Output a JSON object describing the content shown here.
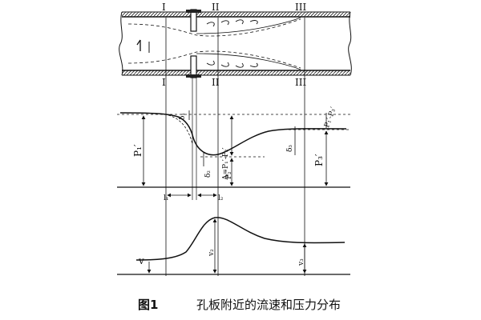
{
  "section_labels": {
    "s1_top": "I",
    "s2_top": "II",
    "s3_top": "III",
    "s1_mid": "I",
    "s2_mid": "II",
    "s3_mid": "III"
  },
  "pressure_labels": {
    "delta1": "δ₁",
    "p1": "P₁′",
    "delta_p": "Δ=P₁′-P₂′",
    "delta2": "δ₂",
    "p2": "P₂′",
    "delta3": "δ₃",
    "p1p3": "P₁′-P₃′",
    "p3": "P₃′",
    "l1": "l₁",
    "l2": "l₂"
  },
  "velocity_labels": {
    "v1": "v",
    "v2": "v₂",
    "v3": "v₃"
  },
  "caption": {
    "figure_no": "图1",
    "text": "孔板附近的流速和压力分布"
  },
  "icons": {
    "flow_arrow": "arrow-left-icon"
  }
}
